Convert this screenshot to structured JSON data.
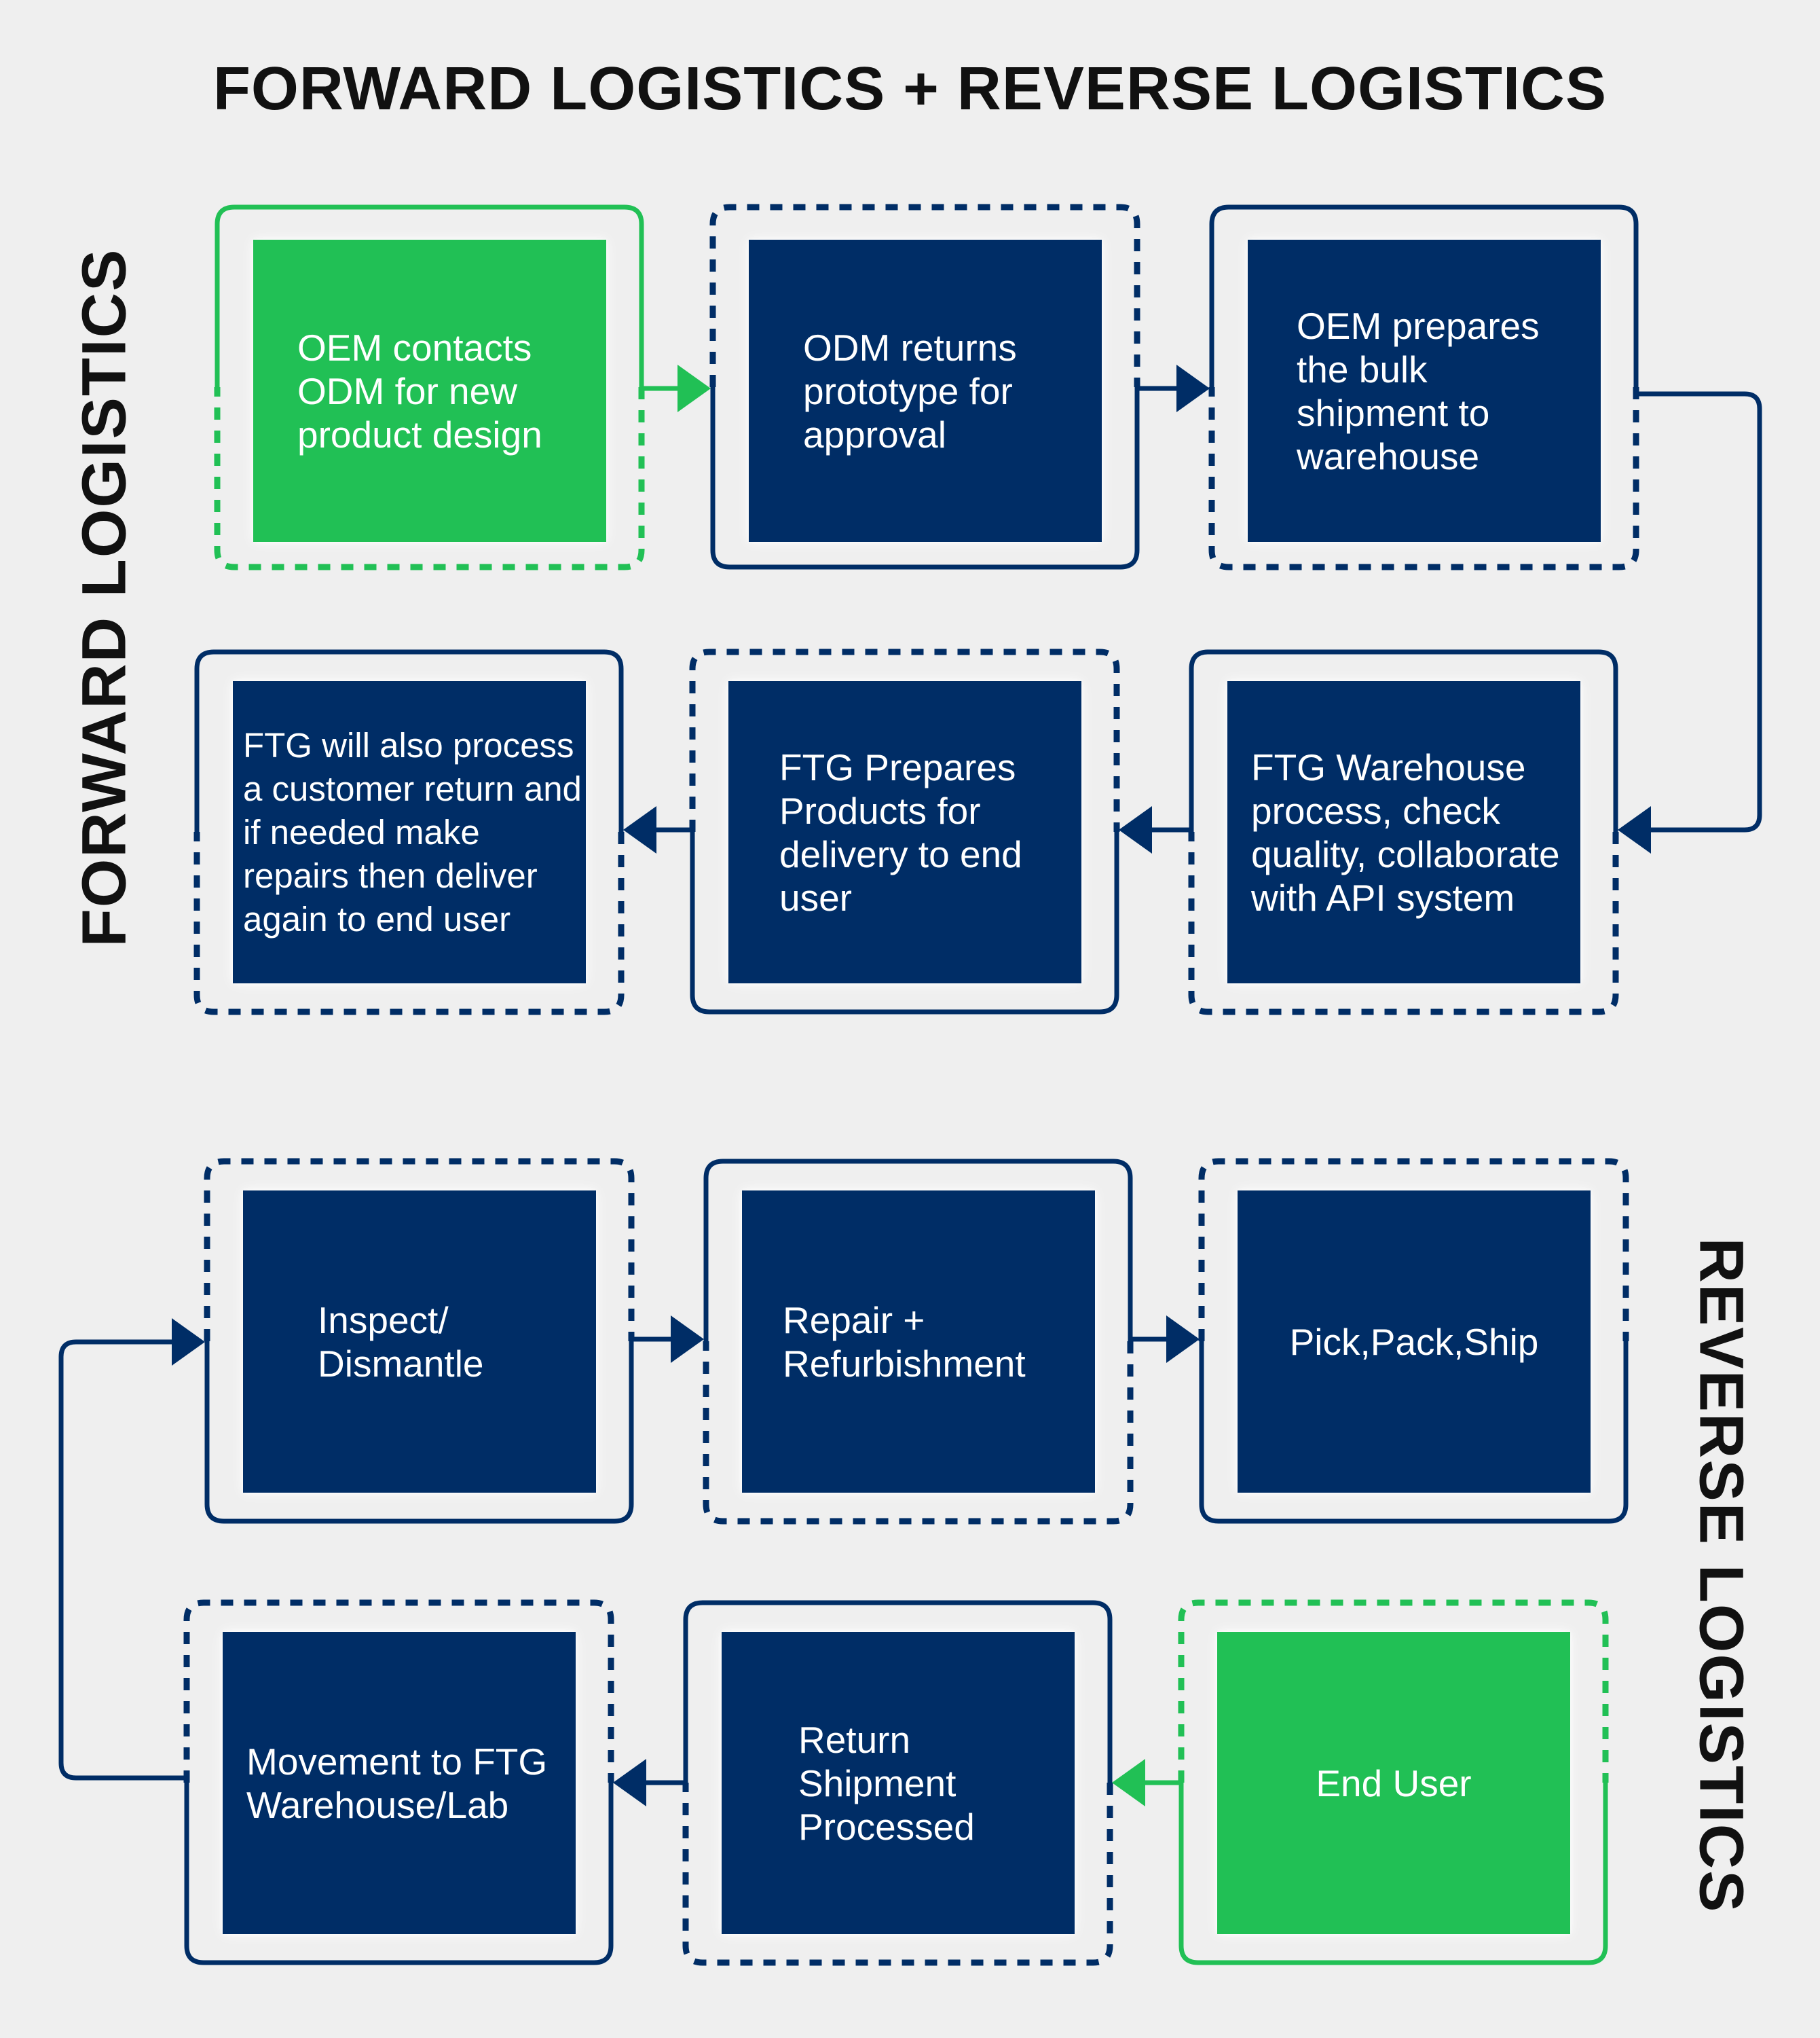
{
  "title": "FORWARD LOGISTICS + REVERSE LOGISTICS",
  "side_labels": {
    "forward": "FORWARD LOGISTICS",
    "reverse": "REVERSE LOGISTICS"
  },
  "colors": {
    "navy": "#002d66",
    "green": "#21c055",
    "background": "#efefef"
  },
  "forward_steps": [
    "OEM contacts ODM for new product design",
    "ODM returns prototype for approval",
    "OEM prepares the bulk shipment to warehouse",
    "FTG Warehouse process, check quality, collaborate with API system",
    "FTG Prepares Products for delivery to end user",
    "FTG will also process a customer return and if needed make repairs then deliver again to end user"
  ],
  "reverse_steps": [
    "End User",
    "Return Shipment Processed",
    "Movement to FTG Warehouse/Lab",
    "Inspect/ Dismantle",
    "Repair + Refurbishment",
    "Pick,Pack,Ship"
  ]
}
